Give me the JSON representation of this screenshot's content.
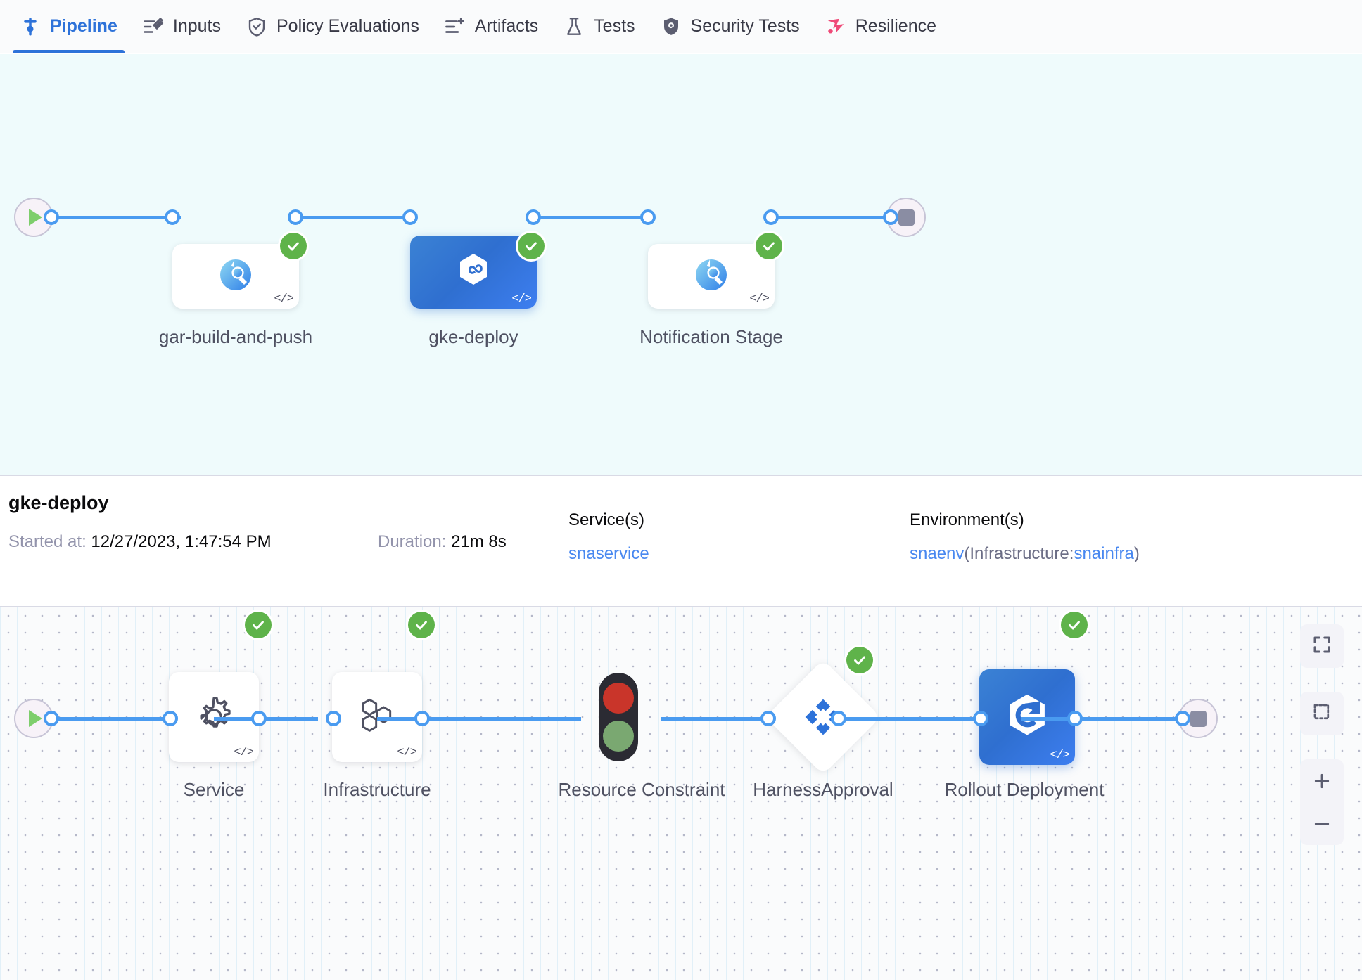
{
  "tabs": [
    {
      "label": "Pipeline",
      "icon": "pipeline-icon",
      "active": true
    },
    {
      "label": "Inputs",
      "icon": "inputs-icon",
      "active": false
    },
    {
      "label": "Policy Evaluations",
      "icon": "policy-shield-icon",
      "active": false
    },
    {
      "label": "Artifacts",
      "icon": "artifacts-icon",
      "active": false
    },
    {
      "label": "Tests",
      "icon": "flask-icon",
      "active": false
    },
    {
      "label": "Security Tests",
      "icon": "security-shield-icon",
      "active": false
    },
    {
      "label": "Resilience",
      "icon": "resilience-icon",
      "active": false
    }
  ],
  "pipeline_graph": {
    "start_icon": "play-icon",
    "end_icon": "stop-icon",
    "stages": [
      {
        "label": "gar-build-and-push",
        "icon": "gcp-build-icon",
        "status": "success",
        "selected": false,
        "yaml_badge": "</>"
      },
      {
        "label": "gke-deploy",
        "icon": "deploy-hex-icon",
        "status": "success",
        "selected": true,
        "yaml_badge": "</>"
      },
      {
        "label": "Notification Stage",
        "icon": "gcp-build-icon",
        "status": "success",
        "selected": false,
        "yaml_badge": "</>"
      }
    ]
  },
  "details": {
    "title": "gke-deploy",
    "started_label": "Started at:",
    "started_value": "12/27/2023, 1:47:54 PM",
    "duration_label": "Duration:",
    "duration_value": "21m 8s",
    "service": {
      "header": "Service(s)",
      "name": "snaservice"
    },
    "environment": {
      "header": "Environment(s)",
      "name": "snaenv",
      "infra_prefix": "(Infrastructure:",
      "infra_name": "snainfra",
      "infra_suffix": ")"
    }
  },
  "execution_graph": {
    "start_icon": "play-icon",
    "end_icon": "stop-icon",
    "steps": [
      {
        "label": "Service",
        "icon": "gear-icon",
        "shape": "rounded",
        "status": "success",
        "selected": false,
        "yaml_badge": "</>"
      },
      {
        "label": "Infrastructure",
        "icon": "hexagon-cluster-icon",
        "shape": "rounded",
        "status": "success",
        "selected": false,
        "yaml_badge": "</>"
      },
      {
        "label": "Resource Constraint",
        "icon": "traffic-light-icon",
        "shape": "icon",
        "status": "none",
        "selected": false,
        "yaml_badge": ""
      },
      {
        "label": "HarnessApproval",
        "icon": "approval-diamond-icon",
        "shape": "diamond",
        "status": "success",
        "selected": false,
        "yaml_badge": ""
      },
      {
        "label": "Rollout Deployment",
        "icon": "rollout-hex-icon",
        "shape": "rounded",
        "status": "success",
        "selected": true,
        "yaml_badge": "</>"
      }
    ]
  },
  "zoom_controls": [
    {
      "name": "fit-to-screen-button",
      "icon": "fit-screen-icon"
    },
    {
      "name": "select-area-button",
      "icon": "dashed-select-icon"
    },
    {
      "name": "zoom-in-button",
      "icon": "plus-icon"
    },
    {
      "name": "zoom-out-button",
      "icon": "minus-icon"
    }
  ],
  "colors": {
    "accent_blue": "#2d72d9",
    "link_blue": "#4988f0",
    "edge_blue": "#4a9bf0",
    "success_green": "#5fb34a",
    "canvas_top_bg": "#effbfc",
    "canvas_bottom_bg": "#fafbfc",
    "resilience_pink": "#ef4a78"
  }
}
